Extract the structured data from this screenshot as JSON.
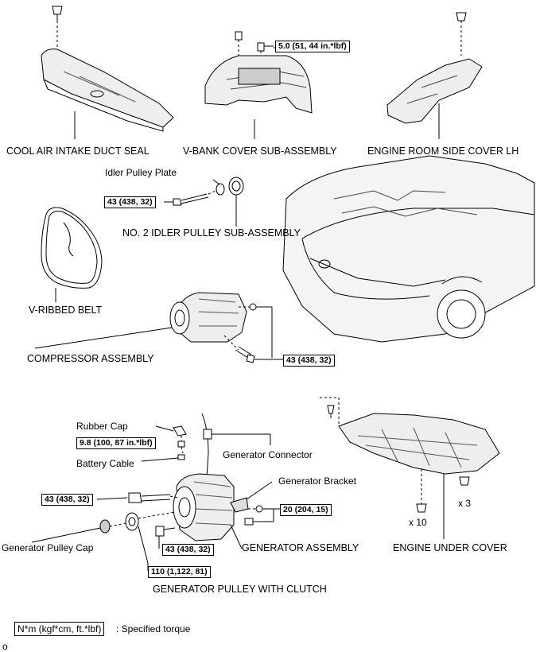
{
  "labels": {
    "cool_air_intake_duct_seal": "COOL AIR INTAKE DUCT SEAL",
    "v_bank_cover": "V-BANK COVER SUB-ASSEMBLY",
    "engine_room_side_cover": "ENGINE ROOM SIDE COVER LH",
    "idler_pulley_plate": "Idler Pulley Plate",
    "no2_idler_pulley": "NO. 2 IDLER PULLEY SUB-ASSEMBLY",
    "v_ribbed_belt": "V-RIBBED BELT",
    "compressor_assembly": "COMPRESSOR ASSEMBLY",
    "rubber_cap": "Rubber Cap",
    "battery_cable": "Battery Cable",
    "generator_connector": "Generator Connector",
    "generator_bracket": "Generator Bracket",
    "generator_pulley_cap": "Generator Pulley Cap",
    "generator_assembly": "GENERATOR ASSEMBLY",
    "generator_pulley_with_clutch": "GENERATOR PULLEY WITH CLUTCH",
    "engine_under_cover": "ENGINE UNDER COVER",
    "qty_x10": "x 10",
    "qty_x3": "x 3"
  },
  "torques": {
    "v_bank_cover": "5.0 (51, 44 in.*lbf)",
    "idler_pulley": "43 (438, 32)",
    "compressor": "43 (438, 32)",
    "battery_cable_nut": "9.8 (100, 87 in.*lbf)",
    "generator_upper_bolt": "43 (438, 32)",
    "generator_bracket": "20 (204, 15)",
    "generator_lower_bolt": "43 (438, 32)",
    "generator_pulley": "110 (1,122, 81)"
  },
  "legend": {
    "box_text": "N*m (kgf*cm, ft.*lbf)",
    "description": ": Specified torque"
  },
  "footer": {
    "mark": "o"
  }
}
